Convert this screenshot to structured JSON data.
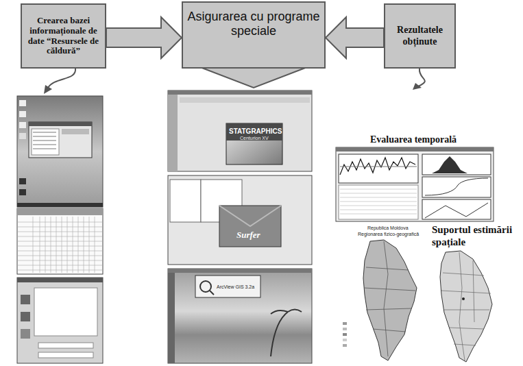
{
  "diagram": {
    "nodes": [
      {
        "text": [
          "Crearea bazei informaționale de date “Resursele de căldură”"
        ]
      },
      {
        "text": [
          "Asigurarea cu programe speciale"
        ]
      },
      {
        "text": [
          "Rezultatele obținute"
        ]
      }
    ],
    "edges": [
      {
        "from": 0,
        "to": 1,
        "arrow": "to"
      },
      {
        "from": 2,
        "to": 1,
        "arrow": "to"
      }
    ],
    "labels": [
      "STATGRAPHICS",
      "Centurion XV",
      "Surfer",
      "ArcView GIS 3.2a",
      "Evaluarea temporală",
      "Republica Moldova",
      "Regionarea fizico-geografică",
      "Suportul estimării spațiale"
    ]
  }
}
